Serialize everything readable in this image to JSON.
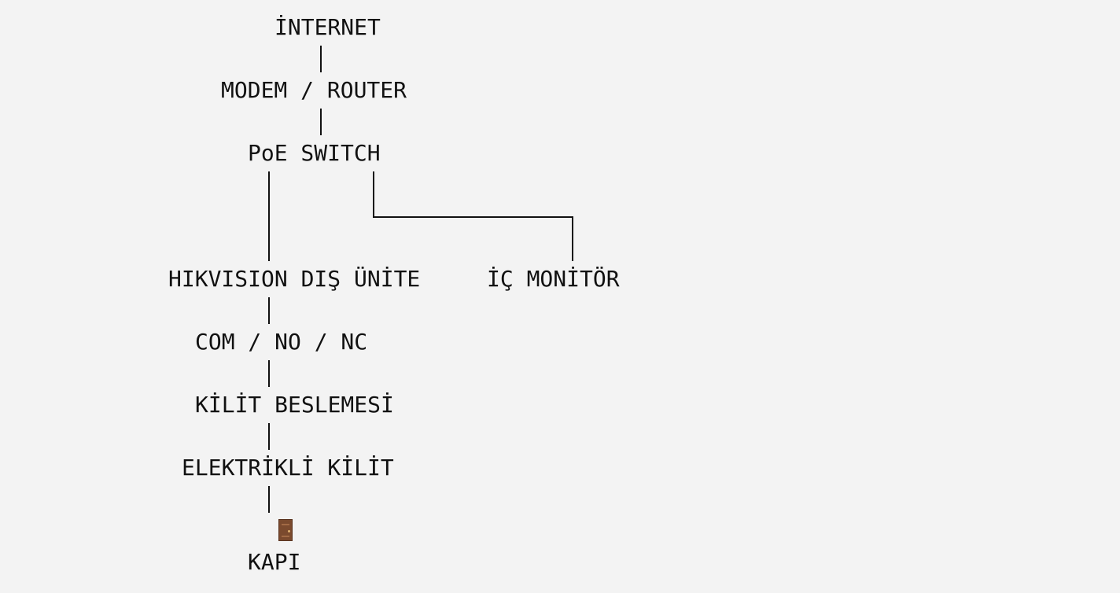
{
  "diagram": {
    "nodes": {
      "internet": "İNTERNET",
      "modem_router": "MODEM / ROUTER",
      "poe_switch": "PoE SWITCH",
      "outdoor_unit": "HIKVISION DIŞ ÜNİTE",
      "indoor_monitor": "İÇ MONİTÖR",
      "relay_contacts": "COM / NO / NC",
      "lock_power": "KİLİT BESLEMESİ",
      "electric_lock": "ELEKTRİKLİ KİLİT",
      "door": "KAPI"
    },
    "door_icon": "door-icon",
    "colors": {
      "background": "#f3f3f3",
      "text": "#111111",
      "door": "#7b4a2e"
    }
  }
}
